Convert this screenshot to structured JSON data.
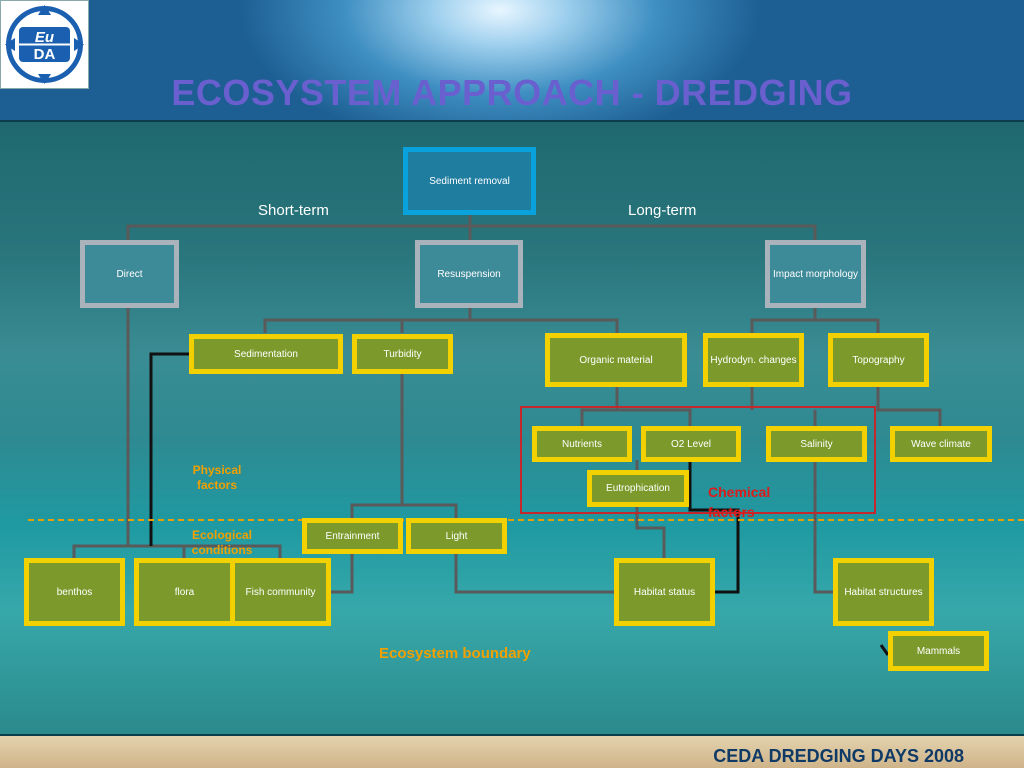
{
  "header": {
    "logo_text_top": "Eu",
    "logo_text_bottom": "DA",
    "title": "ECOSYSTEM APPROACH - DREDGING"
  },
  "diagram": {
    "root": "Sediment removal",
    "short_term": "Short-term",
    "long_term": "Long-term",
    "level1": {
      "direct": "Direct",
      "resuspension": "Resuspension",
      "impact_morphology": "Impact morphology"
    },
    "physical": {
      "sedimentation": "Sedimentation",
      "turbidity": "Turbidity",
      "organic_material": "Organic material",
      "hydrodyn_changes": "Hydrodyn. changes",
      "topography": "Topography"
    },
    "chemical": {
      "nutrients": "Nutrients",
      "o2_level": "O2 Level",
      "salinity": "Salinity",
      "wave_climate": "Wave climate",
      "eutrophication": "Eutrophication"
    },
    "labels": {
      "physical_factors": "Physical factors",
      "chemical_factors": "Chemical factors",
      "ecological_conditions": "Ecological conditions",
      "ecosystem_boundary": "Ecosystem  boundary"
    },
    "ecological": {
      "entrainment": "Entrainment",
      "light": "Light",
      "benthos": "benthos",
      "flora": "flora",
      "fish_community": "Fish community",
      "habitat_status": "Habitat status",
      "habitat_structures": "Habitat structures",
      "mammals": "Mammals"
    }
  },
  "footer": {
    "text": "CEDA DREDGING DAYS 2008"
  },
  "colors": {
    "title": "#6a5fcf",
    "box_fill": "#7c9a2c",
    "box_border": "#f3d000",
    "chemical_frame": "#c4282d",
    "boundary_line": "#e8a000"
  }
}
